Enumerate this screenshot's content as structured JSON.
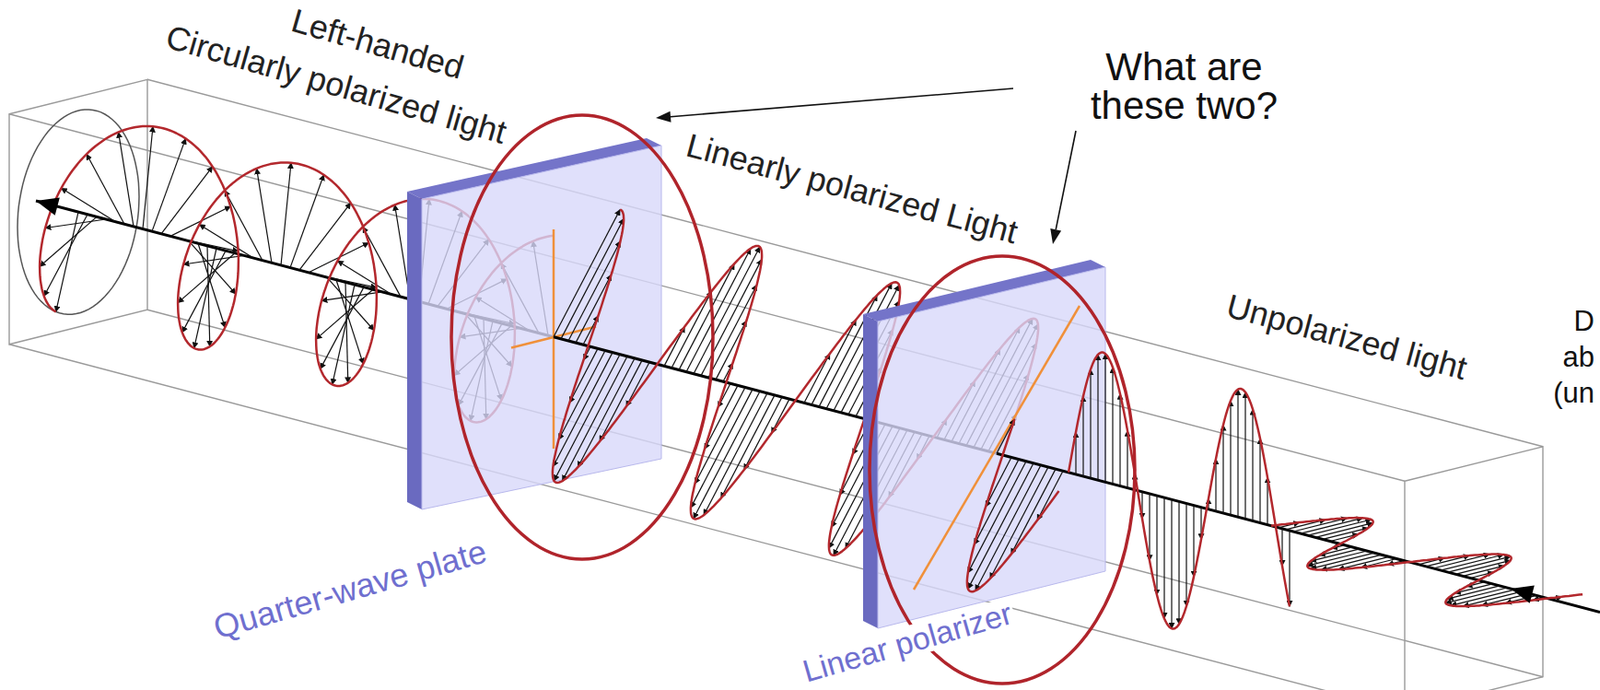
{
  "diagram": {
    "labels": [
      "Left-handed",
      "Circularly polarized light",
      "What are these two?",
      "Linearly polarized Light",
      "Unpolarized light",
      "D",
      "ab",
      "(un",
      "Quarter-wave plate",
      "Linear polarizer"
    ]
  }
}
